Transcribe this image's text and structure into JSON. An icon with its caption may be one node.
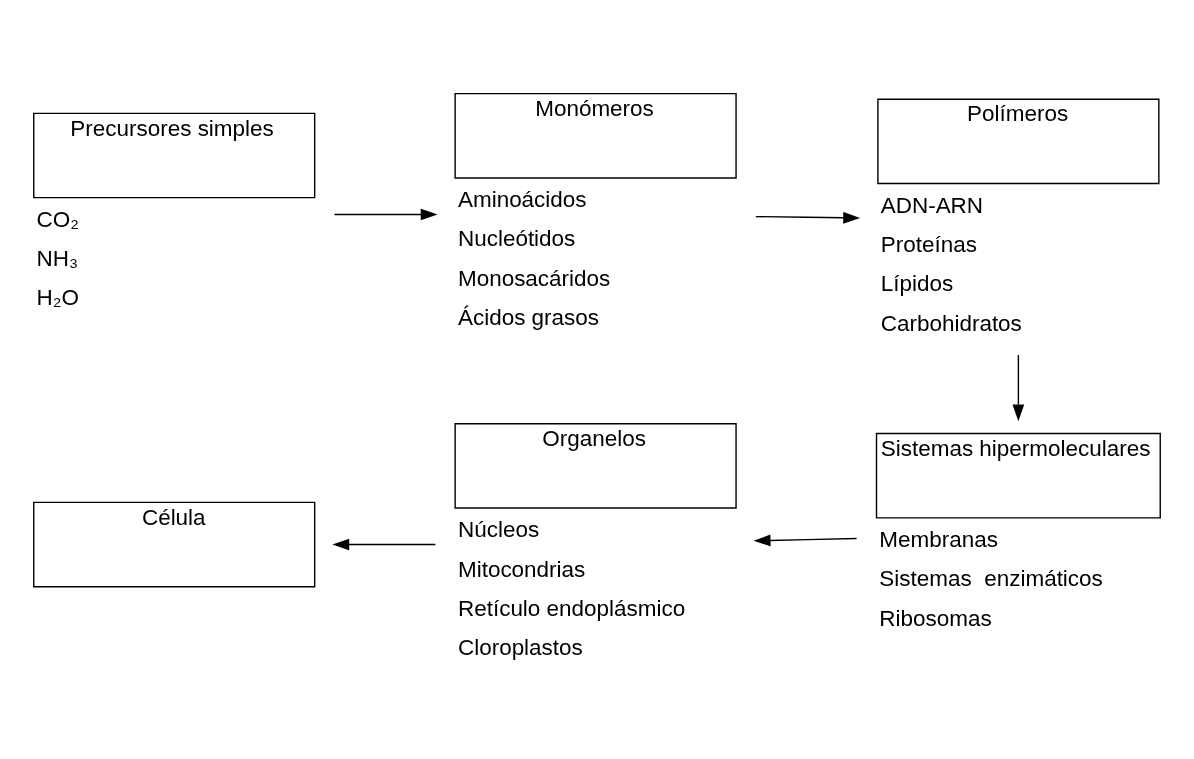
{
  "diagram": {
    "nodes": [
      {
        "text": [
          "Precursores simples"
        ],
        "beside": [
          "CO₂",
          "NH₃",
          "H₂O"
        ]
      },
      {
        "text": [
          "Monómeros"
        ],
        "beside": [
          "Aminoácidos",
          "Nucleótidos",
          "Monosacáridos",
          "Ácidos grasos"
        ]
      },
      {
        "text": [
          "Polímeros"
        ],
        "beside": [
          "ADN-ARN",
          "Proteínas",
          "Lípidos",
          "Carbohidratos"
        ]
      },
      {
        "text": [
          "Célula"
        ]
      },
      {
        "text": [
          "Organelos"
        ],
        "beside": [
          "Núcleos",
          "Mitocondrias",
          "Retículo endoplásmico",
          "Cloroplastos"
        ]
      },
      {
        "text": [
          "Sistemas hipermoleculares"
        ],
        "beside": [
          "Membranas",
          "Sistemas  enzimáticos",
          "Ribosomas"
        ]
      }
    ],
    "edges": [
      {
        "from": 0,
        "to": 1,
        "arrow": "to"
      },
      {
        "from": 1,
        "to": 2,
        "arrow": "to"
      },
      {
        "from": 2,
        "to": 5,
        "arrow": "to"
      },
      {
        "from": 5,
        "to": 4,
        "arrow": "to"
      },
      {
        "from": 4,
        "to": 3,
        "arrow": "to"
      }
    ]
  }
}
